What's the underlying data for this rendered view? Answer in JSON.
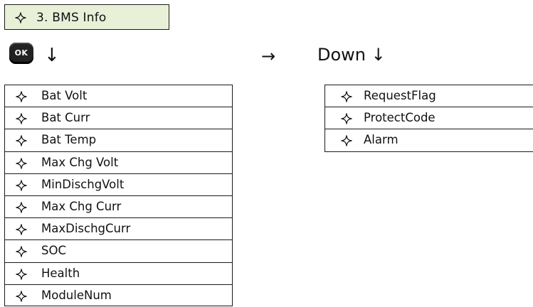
{
  "header": {
    "label": "3. BMS Info"
  },
  "nav": {
    "ok_key": "OK",
    "arrow_down": "↓",
    "arrow_right": "→",
    "down_label": "Down ↓"
  },
  "left_list": {
    "items": [
      "Bat Volt",
      "Bat Curr",
      "Bat Temp",
      "Max Chg Volt",
      "MinDischgVolt",
      "Max Chg Curr",
      "MaxDischgCurr",
      "SOC",
      "Health",
      "ModuleNum"
    ]
  },
  "right_list": {
    "items": [
      "RequestFlag",
      "ProtectCode",
      "Alarm"
    ]
  },
  "colors": {
    "header_bg": "#e9f0d8",
    "key_bg": "#222222",
    "border": "#1a1a1a"
  },
  "icons": {
    "item_icon": "four-point-star-icon",
    "key_icon": "ok-key-icon"
  }
}
